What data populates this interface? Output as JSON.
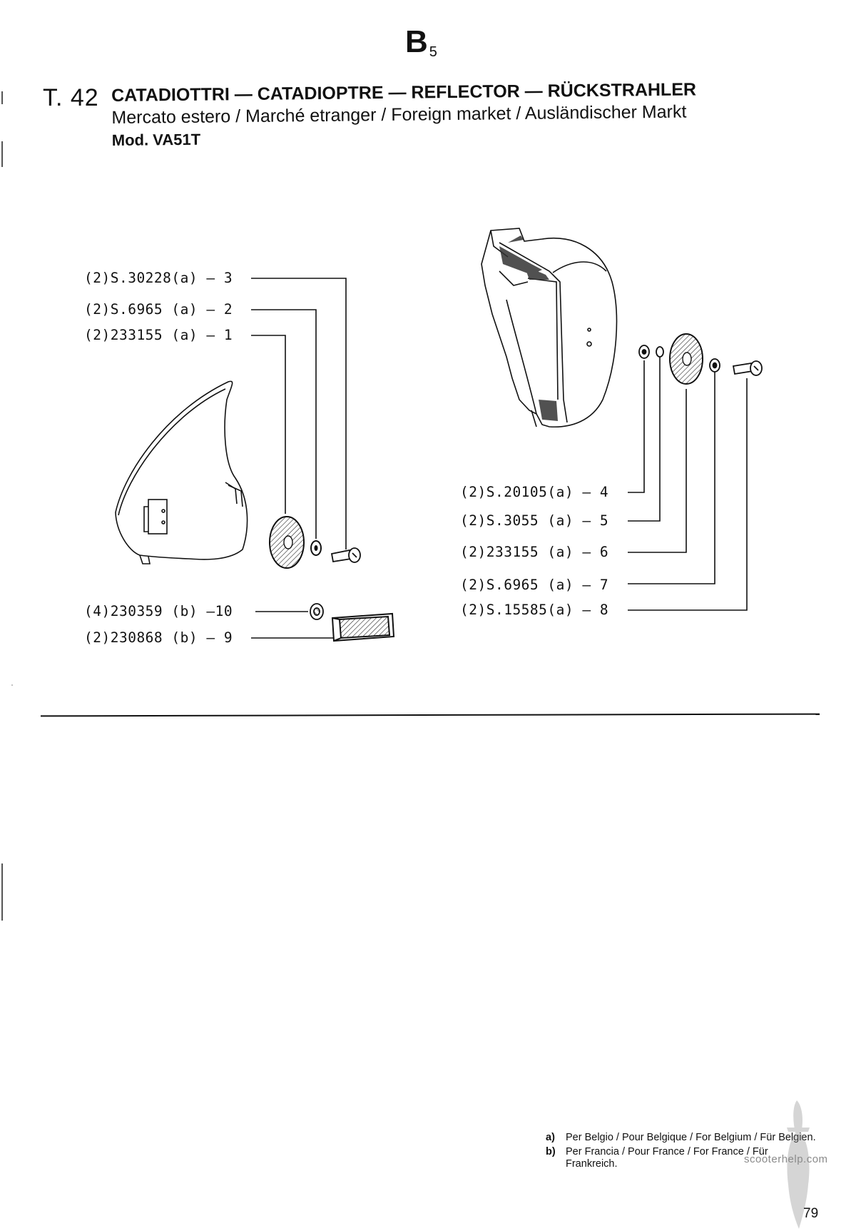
{
  "header": {
    "section_letter": "B",
    "section_number": "5",
    "table_number": "T. 42",
    "title": "CATADIOTTRI — CATADIOPTRE — REFLECTOR — RÜCKSTRAHLER",
    "subtitle": "Mercato estero / Marché etranger / Foreign market / Ausländischer Markt",
    "model": "Mod. VA51T"
  },
  "parts_left": [
    {
      "qty_code": "(2)S.30228(a)",
      "dash": "—",
      "ref": "3"
    },
    {
      "qty_code": "(2)S.6965 (a)",
      "dash": "—",
      "ref": "2"
    },
    {
      "qty_code": "(2)233155 (a)",
      "dash": "—",
      "ref": "1"
    },
    {
      "qty_code": "(4)230359 (b)",
      "dash": "—",
      "ref": "10"
    },
    {
      "qty_code": "(2)230868 (b)",
      "dash": "—",
      "ref": "9"
    }
  ],
  "parts_right": [
    {
      "qty_code": "(2)S.20105(a)",
      "dash": "—",
      "ref": "4"
    },
    {
      "qty_code": "(2)S.3055 (a)",
      "dash": "—",
      "ref": "5"
    },
    {
      "qty_code": "(2)233155 (a)",
      "dash": "—",
      "ref": "6"
    },
    {
      "qty_code": "(2)S.6965 (a)",
      "dash": "—",
      "ref": "7"
    },
    {
      "qty_code": "(2)S.15585(a)",
      "dash": "—",
      "ref": "8"
    }
  ],
  "footnotes": [
    {
      "key": "a)",
      "text": "Per Belgio / Pour Belgique / For Belgium / Für Belgien."
    },
    {
      "key": "b)",
      "text": "Per Francia / Pour France / For France / Für Frankreich."
    }
  ],
  "watermark": "scooterhelp.com",
  "page_number": "79"
}
